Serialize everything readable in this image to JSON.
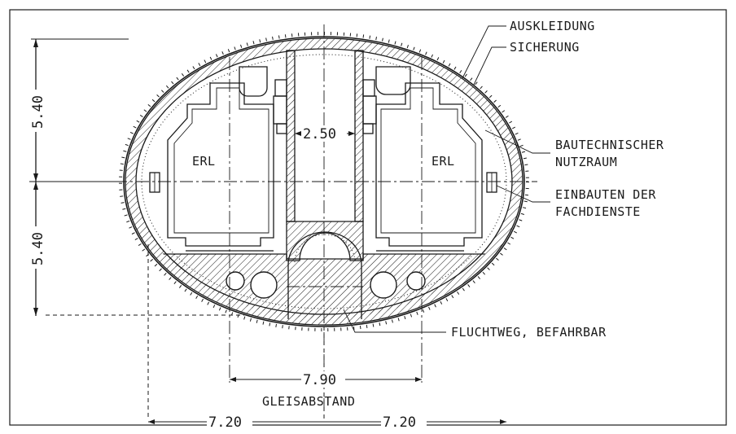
{
  "labels": {
    "lining": "AUSKLEIDUNG",
    "support": "SICHERUNG",
    "utility_space_1": "BAUTECHNISCHER",
    "utility_space_2": "NUTZRAUM",
    "installations_1": "EINBAUTEN DER",
    "installations_2": "FACHDIENSTE",
    "escape_route": "FLUCHTWEG, BEFAHRBAR",
    "clearance_left": "ERL",
    "clearance_right": "ERL",
    "track_spacing": "GLEISABSTAND"
  },
  "dimensions": {
    "upper_height": "5.40",
    "lower_height": "5.40",
    "center_width": "2.50",
    "track_distance": "7.90",
    "left_half": "7.20",
    "right_half": "7.20"
  },
  "colors": {
    "ink": "#1a1a1a",
    "paper": "#ffffff"
  }
}
